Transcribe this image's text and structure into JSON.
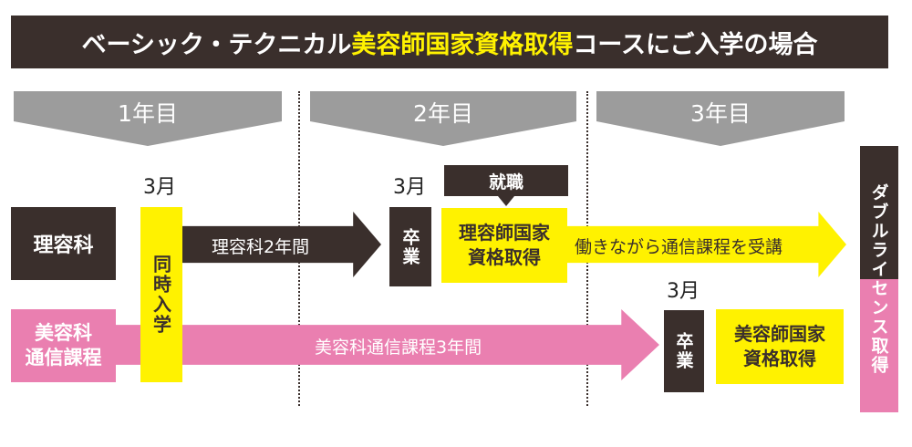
{
  "title": {
    "prefix": "ベーシック・テクニカル",
    "highlight": "美容師国家資格取得",
    "suffix": "コースにご入学の場合"
  },
  "years": [
    "1年目",
    "2年目",
    "3年目"
  ],
  "months": {
    "enroll": "3月",
    "grad_riyo": "3月",
    "grad_biyo": "3月"
  },
  "tracks": {
    "riyo": {
      "label": "理容科",
      "arrow": "理容科2年間",
      "graduation": "卒業",
      "job": "就職",
      "license": "理容師国家\n資格取得",
      "continue": "働きながら通信課程を受講"
    },
    "biyo": {
      "label": "美容科\n通信課程",
      "arrow": "美容科通信課程3年間",
      "graduation": "卒業",
      "license": "美容師国家\n資格取得"
    }
  },
  "enroll_label": "同時入学",
  "double_license": "ダブルライセンス取得",
  "colors": {
    "dark": "#3a2f2c",
    "pink": "#ea7fb0",
    "yellow": "#fff200",
    "gray": "#9c9c9c"
  }
}
